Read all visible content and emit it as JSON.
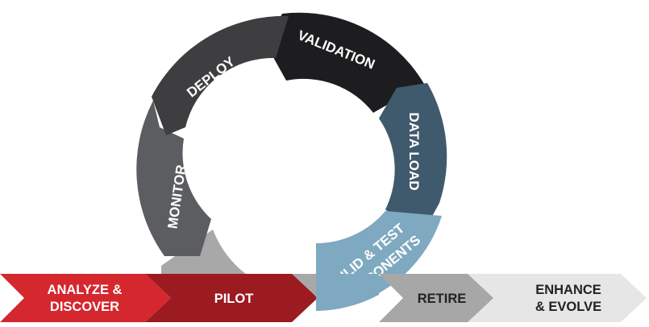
{
  "cycle": {
    "stages": [
      {
        "label": "VALIDATION",
        "color": "#1d1d1f"
      },
      {
        "label": "DATA LOAD",
        "color": "#3f5a6c"
      },
      {
        "label": "BULID & TEST",
        "label2": "COMPONENTS",
        "color": "#7ea9c0"
      },
      {
        "label": "MONITOR",
        "color": "#5b5d60"
      },
      {
        "label": "DEPLOY",
        "color": "#3e3e40"
      }
    ]
  },
  "timeline": {
    "chevrons": [
      {
        "line1": "ANALYZE &",
        "line2": "DISCOVER",
        "color": "#d4272e",
        "text_color": "#ffffff"
      },
      {
        "line1": "PILOT",
        "color": "#9c1b21",
        "text_color": "#ffffff"
      },
      {
        "line1": "RETIRE",
        "color": "#a7a7a7",
        "text_color": "#222222"
      },
      {
        "line1": "ENHANCE",
        "line2": "& EVOLVE",
        "color": "#e6e6e6",
        "text_color": "#222222"
      }
    ]
  }
}
